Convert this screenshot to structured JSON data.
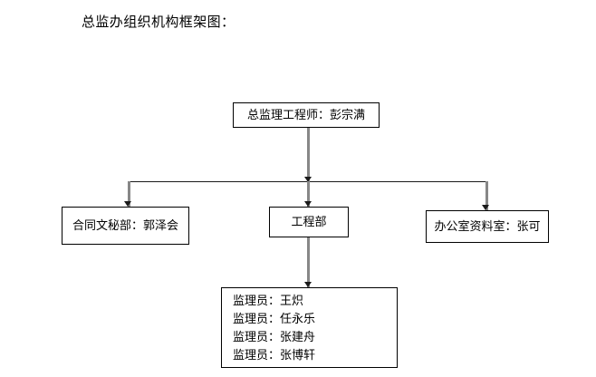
{
  "document": {
    "title": "总监办组织机构框架图："
  },
  "chart": {
    "type": "org-chart",
    "root": {
      "label": "总监理工程师：彭宗满"
    },
    "departments": [
      {
        "label": "合同文秘部：郭泽会"
      },
      {
        "label": "工程部"
      },
      {
        "label": "办公室资料室：张可"
      }
    ],
    "staff": {
      "parent": "工程部",
      "rows": [
        "监理员：王炽",
        "监理员：任永乐",
        "监理员：张建舟",
        "监理员：张博轩"
      ]
    }
  },
  "colors": {
    "background": "#ffffff",
    "text": "#000000",
    "box_border": "#000000",
    "connector_vertical": "#878787",
    "connector_horizontal": "#1a1a1a",
    "arrow": "#1a1a1a"
  }
}
